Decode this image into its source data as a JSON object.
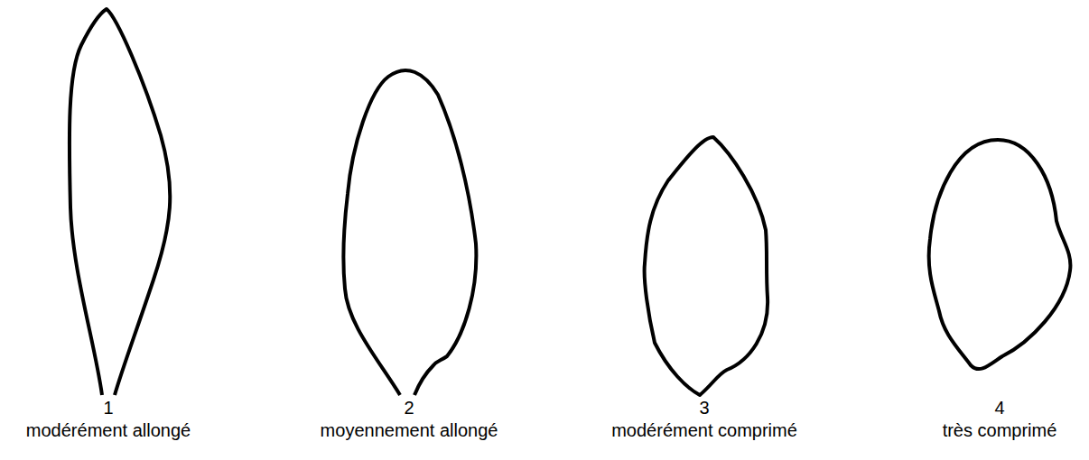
{
  "diagram": {
    "labels": [
      "1",
      "modérément allongé",
      "2",
      "moyennement allongé",
      "3",
      "modérément comprimé",
      "4",
      "très comprimé"
    ]
  }
}
